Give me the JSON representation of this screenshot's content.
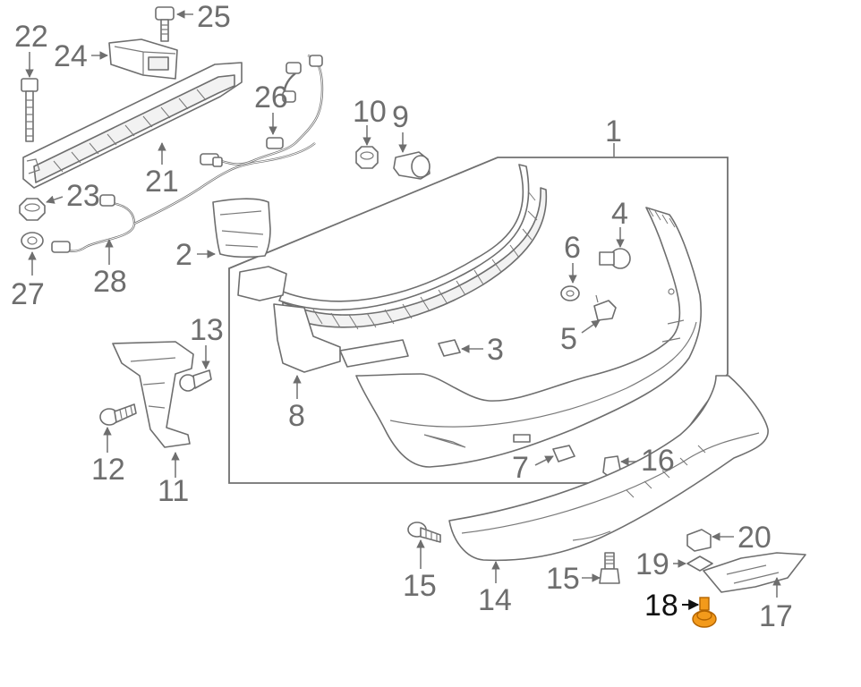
{
  "diagram": {
    "labels": {
      "l1": "1",
      "l2": "2",
      "l3": "3",
      "l4": "4",
      "l5": "5",
      "l6": "6",
      "l7": "7",
      "l8": "8",
      "l9": "9",
      "l10": "10",
      "l11": "11",
      "l12": "12",
      "l13": "13",
      "l14": "14",
      "l15a": "15",
      "l15b": "15",
      "l16": "16",
      "l17": "17",
      "l18": "18",
      "l19": "19",
      "l20": "20",
      "l21": "21",
      "l22": "22",
      "l23": "23",
      "l24": "24",
      "l25": "25",
      "l26": "26",
      "l27": "27",
      "l28": "28"
    },
    "highlighted_part": "18",
    "colors": {
      "highlight": "#f39a1b",
      "line": "#6e6e6e",
      "label": "#6e6e6e",
      "highlight_label": "#111111"
    }
  }
}
